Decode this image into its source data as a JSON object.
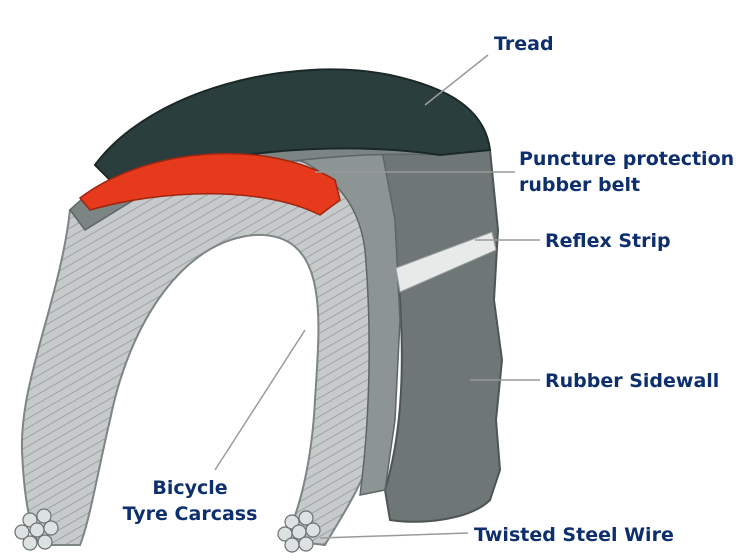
{
  "labels": {
    "tread": "Tread",
    "puncture_line1": "Puncture protection",
    "puncture_line2": "rubber belt",
    "reflex": "Reflex Strip",
    "sidewall": "Rubber Sidewall",
    "carcass_line1": "Bicycle",
    "carcass_line2": "Tyre Carcass",
    "steel_wire": "Twisted Steel Wire"
  },
  "colors": {
    "label_text": "#0d2f6e",
    "tread": "#2b3e3e",
    "puncture_belt": "#e63a1c",
    "sidewall": "#6e7676",
    "carcass": "#c4c8c8",
    "reflex_strip": "#e8eaea"
  }
}
